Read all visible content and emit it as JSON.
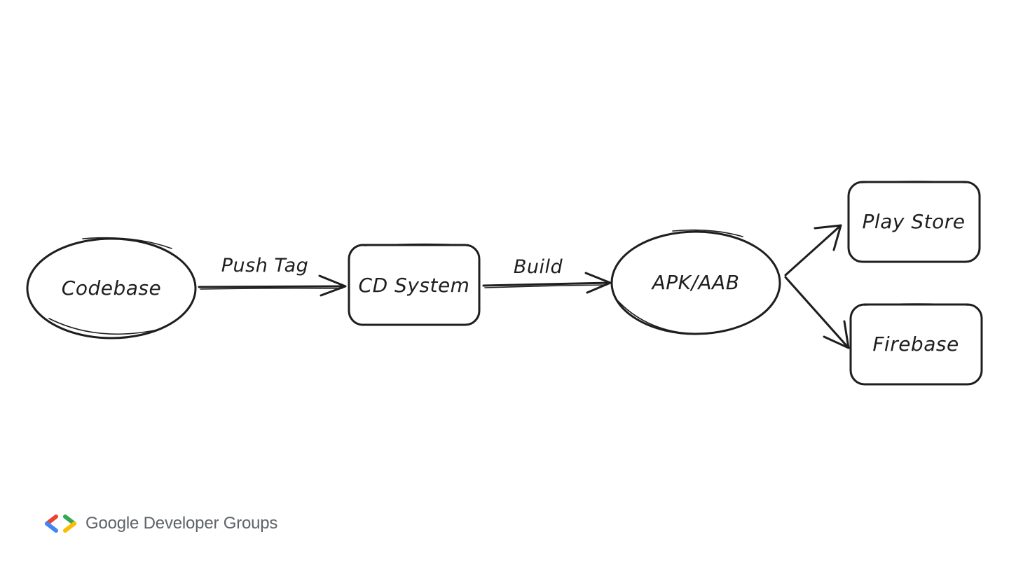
{
  "diagram": {
    "nodes": {
      "codebase": {
        "label": "Codebase",
        "shape": "ellipse"
      },
      "cd_system": {
        "label": "CD System",
        "shape": "rounded-rect"
      },
      "apk_aab": {
        "label": "APK/AAB",
        "shape": "ellipse"
      },
      "play_store": {
        "label": "Play Store",
        "shape": "rounded-rect"
      },
      "firebase": {
        "label": "Firebase",
        "shape": "rounded-rect"
      }
    },
    "edges": [
      {
        "from": "codebase",
        "to": "cd_system",
        "label": "Push Tag"
      },
      {
        "from": "cd_system",
        "to": "apk_aab",
        "label": "Build"
      },
      {
        "from": "apk_aab",
        "to": "play_store",
        "label": ""
      },
      {
        "from": "apk_aab",
        "to": "firebase",
        "label": ""
      }
    ],
    "stroke_color": "#1e1e1e",
    "background_color": "#ffffff"
  },
  "footer": {
    "brand_text": "Google Developer Groups",
    "logo_icon": "gdg-chevrons-icon",
    "logo_colors": [
      "#ea4335",
      "#4285f4",
      "#34a853",
      "#fbbc04"
    ],
    "text_color": "#5f6368"
  }
}
